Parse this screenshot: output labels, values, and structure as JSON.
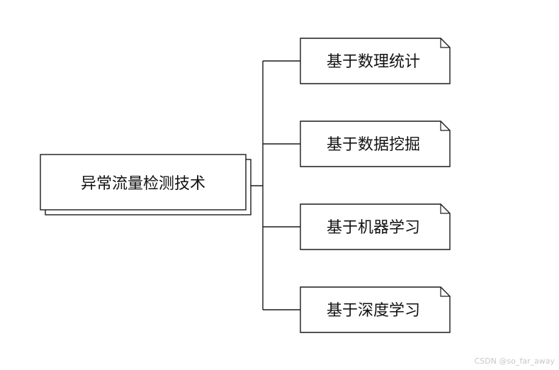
{
  "diagram": {
    "root": {
      "label": "异常流量检测技术"
    },
    "children": [
      {
        "label": "基于数理统计"
      },
      {
        "label": "基于数据挖掘"
      },
      {
        "label": "基于机器学习"
      },
      {
        "label": "基于深度学习"
      }
    ],
    "colors": {
      "stroke": "#1a1a1a",
      "fill": "#ffffff",
      "text": "#111111",
      "watermark": "#c8c8c8"
    }
  },
  "watermark": "CSDN @so_far_away"
}
